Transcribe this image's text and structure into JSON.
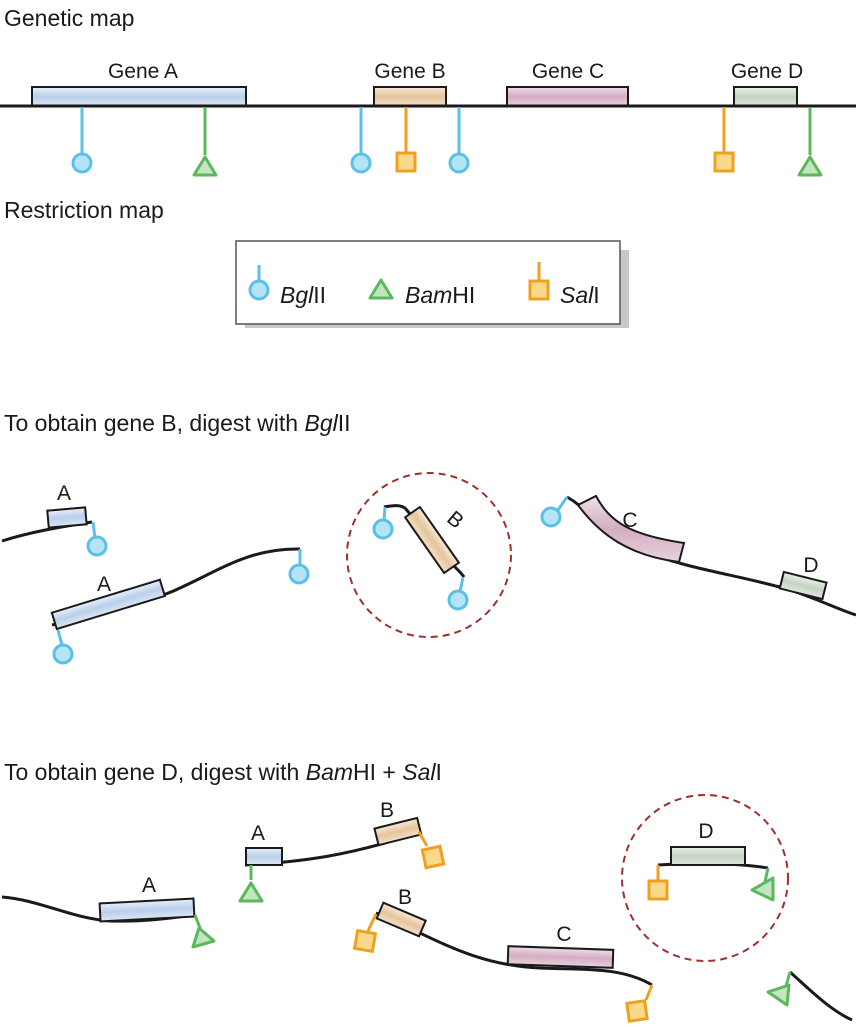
{
  "headings": {
    "genetic_map": "Genetic map",
    "restriction_map": "Restriction map",
    "digest_b_prefix": "To obtain gene B, digest with ",
    "digest_b_enzyme_italic": "Bgl",
    "digest_b_enzyme_suffix": "II",
    "digest_d_prefix": "To obtain gene D, digest with ",
    "digest_d_enzyme1_italic": "Bam",
    "digest_d_enzyme1_suffix": "HI",
    "digest_d_join": " + ",
    "digest_d_enzyme2_italic": "Sal",
    "digest_d_enzyme2_suffix": "I"
  },
  "genes": {
    "a": "Gene A",
    "b": "Gene B",
    "c": "Gene C",
    "d": "Gene D"
  },
  "legend": {
    "bglii_italic": "Bgl",
    "bglii_suffix": "II",
    "bamhi_italic": "Bam",
    "bamhi_suffix": "HI",
    "sali_italic": "Sal",
    "sali_suffix": "I"
  },
  "fragment_labels": {
    "a": "A",
    "b": "B",
    "c": "C",
    "d": "D"
  },
  "colors": {
    "gene_a": "#c9d9ef",
    "gene_b": "#ecd3b4",
    "gene_c": "#dcc1d0",
    "gene_d": "#d2ded2",
    "bglii": "#5bc0e8",
    "bamhi": "#5cb85c",
    "sali": "#f0a020",
    "highlight_circle": "#a03030"
  }
}
